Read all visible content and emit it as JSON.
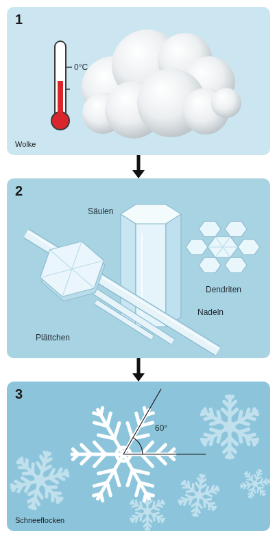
{
  "diagram": {
    "nodes": [
      {
        "text": [
          "1",
          "Wolke"
        ]
      },
      {
        "text": [
          "2"
        ]
      },
      {
        "text": [
          "3",
          "Schneeflocken"
        ]
      }
    ],
    "edges": [
      {
        "from": 0,
        "to": 1,
        "arrow": "to"
      },
      {
        "from": 1,
        "to": 2,
        "arrow": "to"
      }
    ],
    "labels": [
      "0°C",
      "Säulen",
      "Dendriten",
      "Plättchen",
      "Nadeln",
      "60°"
    ]
  }
}
